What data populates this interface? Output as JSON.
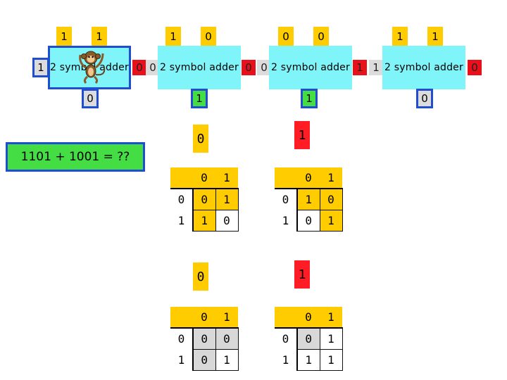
{
  "question": "1101 + 1001 = ??",
  "adders": [
    {
      "label": "2 symbol adder",
      "inputs": [
        "1",
        "1"
      ],
      "carry_in": "1",
      "carry_out": "0",
      "output": "0"
    },
    {
      "label": "2 symbol adder",
      "inputs": [
        "1",
        "0"
      ],
      "carry_in": "0",
      "carry_out": "0",
      "output": "1"
    },
    {
      "label": "2 symbol adder",
      "inputs": [
        "0",
        "0"
      ],
      "carry_in": "0",
      "carry_out": "1",
      "output": "1"
    },
    {
      "label": "2 symbol adder",
      "inputs": [
        "1",
        "1"
      ],
      "carry_in": "1",
      "carry_out": "0",
      "output": "0"
    }
  ],
  "tables": [
    {
      "answer": "0",
      "header": [
        "0",
        "1"
      ],
      "rows": [
        [
          "0",
          "0",
          "1"
        ],
        [
          "1",
          "1",
          "0"
        ]
      ]
    },
    {
      "answer": "1",
      "header": [
        "0",
        "1"
      ],
      "rows": [
        [
          "0",
          "1",
          "0"
        ],
        [
          "1",
          "0",
          "1"
        ]
      ]
    },
    {
      "answer": "0",
      "header": [
        "0",
        "1"
      ],
      "rows": [
        [
          "0",
          "0",
          "0"
        ],
        [
          "1",
          "0",
          "1"
        ]
      ]
    },
    {
      "answer": "1",
      "header": [
        "0",
        "1"
      ],
      "rows": [
        [
          "0",
          "0",
          "1"
        ],
        [
          "1",
          "1",
          "1"
        ]
      ]
    }
  ],
  "colors": {
    "input_bit": "#ffcc00",
    "adder": "#7ff5fa",
    "carry_red": "#e8101a",
    "output_green": "#44dd44",
    "border_blue": "#1f4fd0"
  },
  "icons": {
    "mascot": "monkey-icon"
  }
}
